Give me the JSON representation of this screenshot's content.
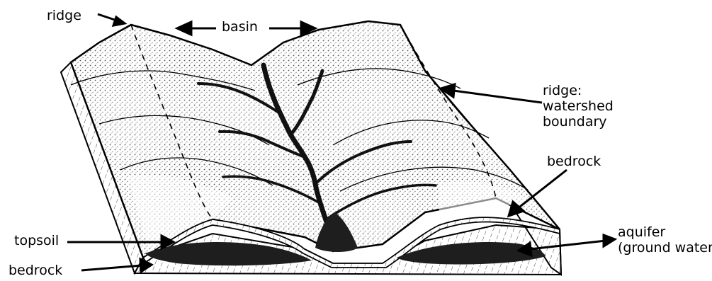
{
  "labels": {
    "ridge_top": "ridge",
    "basin": "basin",
    "ridge_boundary_1": "ridge:",
    "ridge_boundary_2": "watershed",
    "ridge_boundary_3": "boundary",
    "bedrock_right": "bedrock",
    "topsoil": "topsoil",
    "bedrock_left": "bedrock",
    "aquifer_1": "aquifer",
    "aquifer_2": "(ground water)"
  },
  "colors": {
    "ink": "#000000",
    "background": "#ffffff",
    "stipple": "#5a5a5a",
    "hatch": "#4a4a4a",
    "aquifer": "#1e1e1e"
  }
}
